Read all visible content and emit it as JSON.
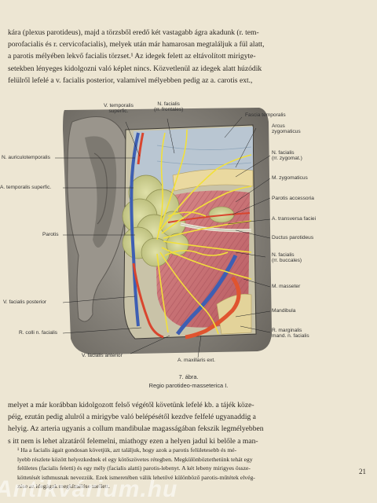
{
  "top_text": {
    "l1": "kára (plexus parotideus), majd a törzsből eredő két vastagabb ágra akadunk (r. tem-",
    "l2": "porofacialis és r. cervicofacialis), melyek után már hamarosan megtaláljuk a fül alatt,",
    "l3": "a parotis mélyében lekvő facialis törzset.¹ Az idegek felett az eltávolított mirigyte-",
    "l4": "setekben lényeges kidolgozni való képlet nincs. Közvetlenül az idegek alatt húzódik",
    "l5": "felülről lefelé a v. facialis posterior, valamivel mélyebben pedig az a. carotis ext.,"
  },
  "figure": {
    "labels": {
      "v_temporalis": "V. temporalis\nsuperfic.",
      "n_facialis_front": "N. facialis\n(rr. frontales)",
      "fascia_temporalis": "Fascia temporalis",
      "arcus_zygomaticus": "Arcus\nzygomaticus",
      "n_facialis_zyg": "N. facialis\n(rr. zygomat.)",
      "n_auriculotemporalis": "N. auriculotemporalis",
      "m_zygomaticus": "M. zygomaticus",
      "a_temporalis": "A. temporalis superfic.",
      "parotis_accessoria": "Parotis accessoria",
      "a_transversa": "A. transversa faciei",
      "parotis": "Parotis",
      "ductus_parotideus": "Ductus parotideus",
      "n_facialis_bucc": "N. facialis\n(rr. buccales)",
      "m_masseter": "M. masseter",
      "v_facialis_post": "V. facialis posterior",
      "mandibula": "Mandibula",
      "r_colli": "R. colli n. facialis",
      "r_marginalis": "R. marginalis\nmand. n. facialis",
      "v_facialis_ant": "V. facialis anterior",
      "a_maxillaris": "A. maxillaris ext."
    },
    "caption_num": "7. ábra.",
    "caption_title": "Regio parotideo-masseterica I."
  },
  "bottom_text": {
    "l1": "melyet a már korábban kidolgozott felső végétől követünk lefelé kb. a tájék köze-",
    "l2": "péig, ezután pedig alulról a mirigybe való belépésétől kezdve felfelé ugyanaddig a",
    "l3": "helyig. Az arteria ugyanis a collum mandibulae magasságában fekszik legmélyebben",
    "l4": "s itt nem is lehet alzatáról felemelni, miathogy ezen a helyen jadul ki belőle a man-"
  },
  "footnote": {
    "l1": "¹ Ha a facialis ágait gondosan követjük, azt találjuk, hogy azok a parotis felületesebb és mé-",
    "l2": "lyebb részlete között helyezkednek el egy kötőszövetes rétegben. Megkülönböztethetünk tehát egy",
    "l3": "felületes (facialis feletti) és egy mély (facialis alatti) parotis-lebenyt. A két lebeny mirigyes össze-",
    "l4": "köttetését isthmusnak nevezzük. Ezek ismeretében válik lehetővé különböző parotis-műtétek elvég-",
    "l5": "zése az idegágak megkímélése mellett."
  },
  "page_number": "21",
  "watermark": "Antikvárium.hu"
}
